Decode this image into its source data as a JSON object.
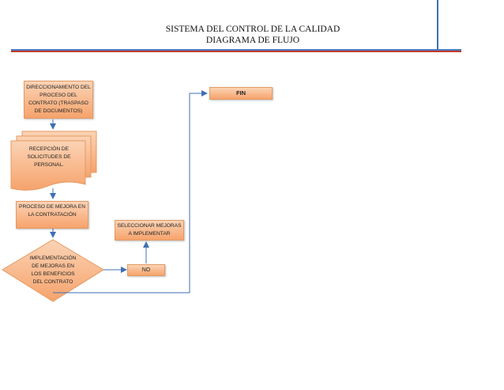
{
  "header": {
    "title_line1": "SISTEMA DEL CONTROL DE LA CALIDAD",
    "title_line2": "DIAGRAMA DE FLUJO"
  },
  "nodes": {
    "direccionamiento": "DIRECCIONAMIENTO DEL PROCESO DEL CONTRATO (TRASPASO DE DOCUMENTOS)",
    "recepcion": "RECEPCIÓN DE SOLICITUDES DE PERSONAL.",
    "proceso_mejora": "PROCESO DE MEJORA EN LA CONTRATACIÓN",
    "implementacion": "IMPLEMENTACIÓN DE MEJORAS EN LOS BENEFICIOS DEL CONTRATO",
    "seleccionar": "SELECCIONAR MEJORAS A IMPLEMENTAR",
    "no": "NO",
    "fin": "FIN"
  },
  "colors": {
    "node_fill_top": "#fbd3b5",
    "node_fill_bottom": "#f6a36c",
    "connector": "#3f6fb5",
    "rule_blue": "#4f7bc0",
    "rule_red": "#c0392b"
  }
}
